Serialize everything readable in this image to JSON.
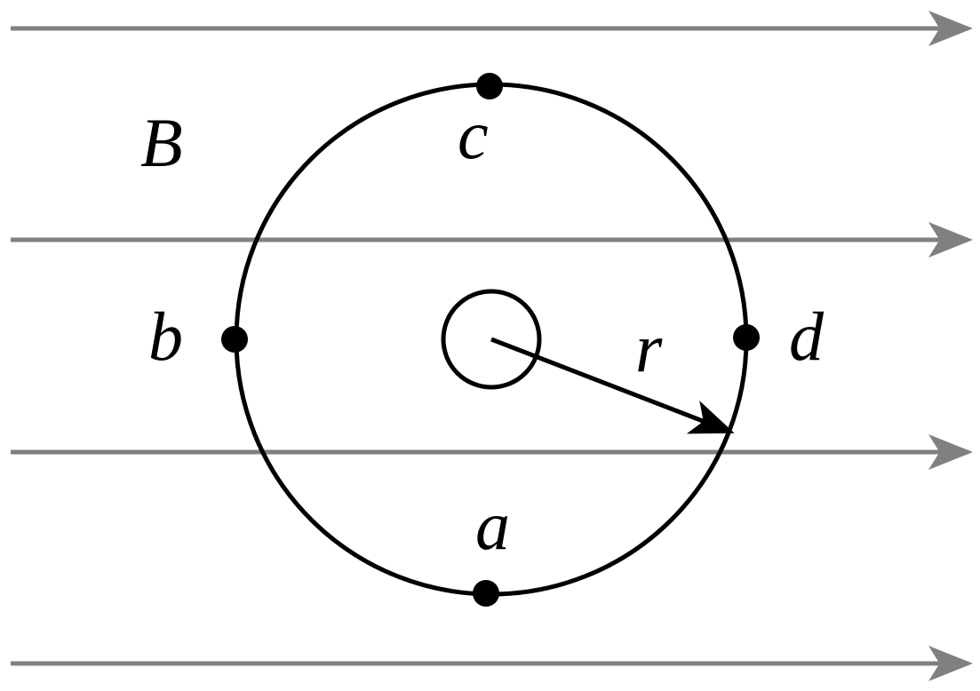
{
  "field_label": "B",
  "point_labels": {
    "a": "a",
    "b": "b",
    "c": "c",
    "d": "d"
  },
  "radius_label": "r",
  "colors": {
    "field_lines": "#808080",
    "circle": "#000000"
  }
}
